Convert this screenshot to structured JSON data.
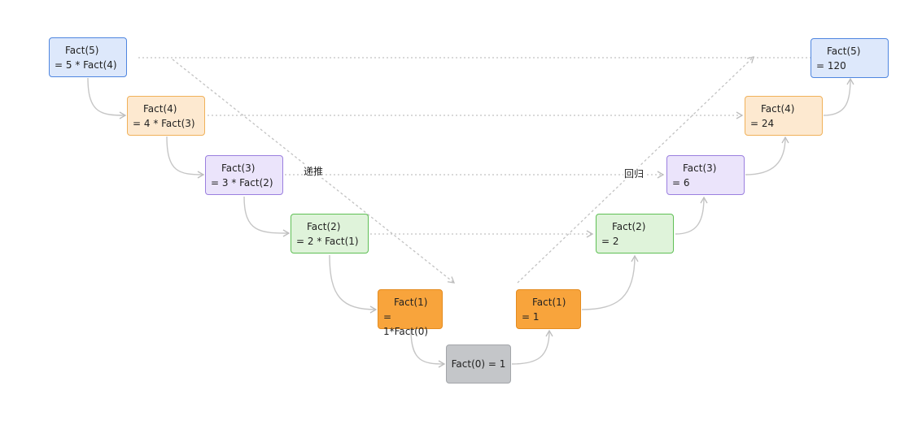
{
  "left": [
    {
      "title": "Fact(5)",
      "expr": "= 5 * Fact(4)"
    },
    {
      "title": "Fact(4)",
      "expr": "= 4 * Fact(3)"
    },
    {
      "title": "Fact(3)",
      "expr": "= 3 * Fact(2)"
    },
    {
      "title": "Fact(2)",
      "expr": "= 2 * Fact(1)"
    },
    {
      "title": "Fact(1)",
      "expr": "= 1*Fact(0)"
    }
  ],
  "base": {
    "label": "Fact(0)  = 1"
  },
  "right": [
    {
      "title": "Fact(1)",
      "expr": "= 1"
    },
    {
      "title": "Fact(2)",
      "expr": "= 2"
    },
    {
      "title": "Fact(3)",
      "expr": "= 6"
    },
    {
      "title": "Fact(4)",
      "expr": "= 24"
    },
    {
      "title": "Fact(5)",
      "expr": "= 120"
    }
  ],
  "labels": {
    "descend": "递推",
    "ascend": "回归"
  },
  "colors": {
    "blue": "#4f86e0",
    "yellow": "#f0b15a",
    "purple": "#9b7fdf",
    "green": "#5fbf55",
    "orange": "#f8a43c",
    "gray": "#c4c6c9",
    "connector": "#bdbdbd"
  }
}
